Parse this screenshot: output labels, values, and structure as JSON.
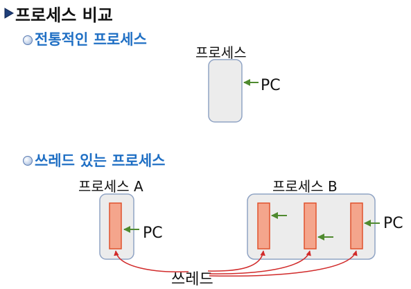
{
  "slide": {
    "title": "프로세스 비교",
    "section1": {
      "heading": "전통적인 프로세스",
      "process_label": "프로세스",
      "pc_label": "PC"
    },
    "section2": {
      "heading": "쓰레드 있는 프로세스",
      "process_a_label": "프로세스 A",
      "process_b_label": "프로세스 B",
      "pc_a_label": "PC",
      "pc_b_label": "PC",
      "thread_label": "쓰레드"
    }
  },
  "colors": {
    "heading": "#1f6fc4",
    "process_box_fill": "#ececec",
    "process_box_stroke": "#8fa3c4",
    "thread_fill": "#f4a58c",
    "thread_stroke": "#e0522c",
    "pointer_arrow": "#4f8a2f",
    "thread_arrow": "#d12a2a"
  },
  "icons": {
    "title_bullet": "triangle-bullet-icon",
    "heading_bullet": "circle-bullet-icon"
  }
}
